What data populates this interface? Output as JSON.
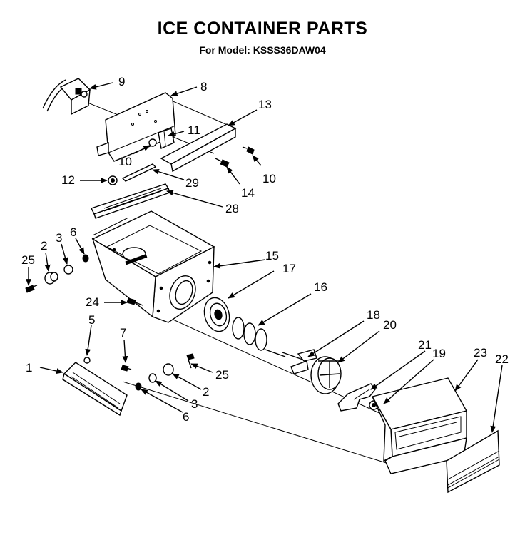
{
  "title": "ICE CONTAINER PARTS",
  "subtitle": "For Model: KSSS36DAW04",
  "callouts": {
    "c1": "1",
    "c2a": "2",
    "c2b": "2",
    "c3a": "3",
    "c3b": "3",
    "c5": "5",
    "c6a": "6",
    "c6b": "6",
    "c7": "7",
    "c8": "8",
    "c9": "9",
    "c10a": "10",
    "c10b": "10",
    "c11": "11",
    "c12": "12",
    "c13": "13",
    "c14": "14",
    "c15": "15",
    "c16": "16",
    "c17": "17",
    "c18": "18",
    "c19": "19",
    "c20": "20",
    "c21": "21",
    "c22": "22",
    "c23": "23",
    "c24": "24",
    "c25a": "25",
    "c25b": "25",
    "c28": "28",
    "c29": "29"
  }
}
